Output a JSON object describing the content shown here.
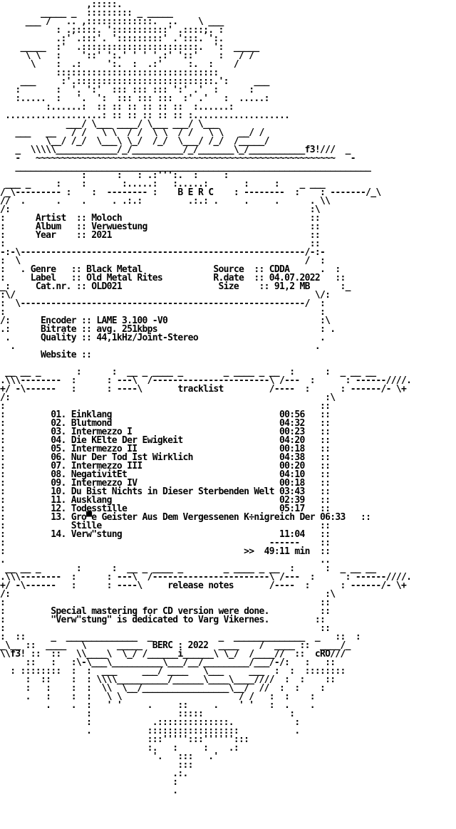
{
  "colors": {
    "background": "#ffffff",
    "text": "#000000"
  },
  "lines": [
    "                 ,:::::.",
    "        _____ _  ::::::::: _ _____",
    "     ___ /   .. ,:::::::::::::.  ..    \\ ___",
    "           : .;::::. ':::::::::::' .::::;. :",
    "           .:' .:::'. ':::::::::' .':::. ':.",
    "    _____  :'  .:::::::::::::::::::::::.  ':  _____",
    "     \\ \\   :    '::' ':.' ' ' '.:' '::'    :   / /",
    "      \\    :  .:     ':.  :  .:'     :.  :    /",
    "           ::::::::::::::::::::::::::::::::",
    "    ___     :'.:::::::::::::::::::::::::::.':     ___",
    "   :       :  '. ':'  ::: ::: ::: ':' .'  :      :",
    "   :.....  :   '.  ':  ::: ::: :::  :' .'   :  .....:",
    "         :......:  :: :: :: :: :: ::  :......:",
    " ...................: :: :: :: :: :: :...................",
    "             ___/ \\___ ____/ \\___ ___/ \\___",
    "   ___   __   / /   \\ \\  / /  \\ \\  / /   \\ \\   __/ /",
    "         \\__/ /_/  \\___\\ \\_/  /_/  \\___/ /_/  /_____/",
    "   _  \\\\\\\\\\____________/_/__________/_/_______\\_/___________f3!///  _",
    "   -   ~~~~~~~~~~~~~~~~~~~~~~~~~~~~~~~~~~~~~~~~~~~~~~~~~~~~~~~~~~~   -",
    "   ______________________________________________________________________",
    "                :      :   : .:''':.  :     :",
    " ___ _     :    :       :.....:   :.....:       :     :    _ ___",
    "/_\\--------- :    :  -------- :    B E R C    : --------  :    : -------/_\\",
    "//  .      .    .     . .:.:         .:.: .     .     .      . \\\\",
    "/:                                                           :\\",
    ":      Artist  :: Moloch                                     ::",
    ":      Album   :: Verwuestung                                ::",
    ":      Year    :: 2021                                       ::",
    ":                                                            ::",
    "-:-\\--------------------------------------------------------/-:-",
    ":  \\                                                        /  :",
    ":   . Genre   :: Black Metal              Source  :: CDDA      .  :",
    ":     Label   :: Old Metal Rites          R.date  :: 04.07.2022   ::",
    "_:     Cat.nr. :: OLD021                   Size    :: 91,2 MB      :_",
    ":\\/                                                           \\/:",
    ":  \\--------------------------------------------------------/  :",
    ":                                                              :",
    "/:      Encoder :: LAME 3.100 -V0                              :\\",
    ".:      Bitrate :: avg. 251kbps                                : .",
    " .      Quality :: 44,1kHz/Joint-Stereo                        .",
    "  .                                                           .",
    "        Website ::",
    "",
    " __ __ _       :      :  __ _ ____ _        _ ____ _ __  :      :  _ __ __",
    ".\\\\\\--------  :      : ---\\  /-----------------------\\ /---  :      : ------////.",
    "+/ -\\------   :      : ----\\       tracklist         /----  :      : ------/- \\+",
    "/:                                                              :\\",
    ":                                                              ::",
    ":         01. Einklang                                 00:56   ::",
    ":         02. Blutmond                                 04:32   ::",
    ":         03. Intermezzo I                             00:23   ::",
    ":         04. Die KElte Der Ewigkeit                   04:20   ::",
    ":         05. Intermezzo II                            00:18   ::",
    ":         06. Nur Der Tod Ist Wirklich                 04:38   ::",
    ":         07. Intermezzo III                           00:20   ::",
    ":         08. NegativitEt                              04:10   ::",
    ":         09. Intermezzo IV                            00:18   ::",
    ":         10. Du Bist Nichts in Dieser Sterbenden Welt 03:43   ::",
    ":         11. Ausklang                                 02:39   ::",
    ":         12. Todesstille                              05:17   ::",
    ":         13. Gro▀e Geister Aus Dem Vergessenen K÷nigreich Der 06:33   ::",
    ":             Stille                                           ::",
    ":         14. Verw\"stung                               11:04   ::",
    ":                                                    ------    ::",
    ":                                               >>  49:11 min  ::",
    ".                                                              ..",
    " __ __ _       :      :  __ _ ____ _        _ ____ _ __  :      :  _ __ __",
    ".\\\\\\--------  :      : ---\\  /-----------------------\\ /---  :      : ------////.",
    "+/ -\\------   :      : ----\\     release notes       /----  :      : ------/- \\+",
    "/:                                                              :\\",
    ":                                                              ::",
    ":         Special mastering for CD version were done.          ::",
    ":         \"Verw\"stung\" is dedicated to Varg Vikernes.         ::",
    ":                                                              ::",
    ":  ::     _  ______________  _             _  ______________  _   ::  :",
    "_\\__ ::  ____   \\      _____  BERC : 2022  ____    /  ____ ::  ____/_",
    "\\\\f3! ::  ::   \\\\____\\  \\_/ /______i______\\ \\_/  /____//  ::  cRO///",
    "     ::   :   :\\-\\___\\__________\\___/__/_________/___/-/:   :   ::",
    "  : ::::::::  :  :  ___     ___/ ____   \\___     ___  :  :  ::::::::",
    "     :  ::    :  : \\\\\\\\__________/______\\____\\____////  :  :    ::",
    "     :   :    :  :  \\\\  \\__/_________________\\__/  //  :  :    :",
    "     .   :    :  :   \\ \\                       / /   :  :    :",
    "         .    .  :   ' '     .     ::     .    ' '   :  .    .",
    "                 :                 :::::                 :",
    "                 :            .::::::::::::::.            :",
    "                 .           ::::::::::::::::::           .",
    "                             :::''''':::'''''':::",
    "                             :.   :     :    .:",
    "                              '.   :::   .'",
    "                                   :::",
    "                                  .:.",
    "                                  :",
    "                                  ."
  ]
}
